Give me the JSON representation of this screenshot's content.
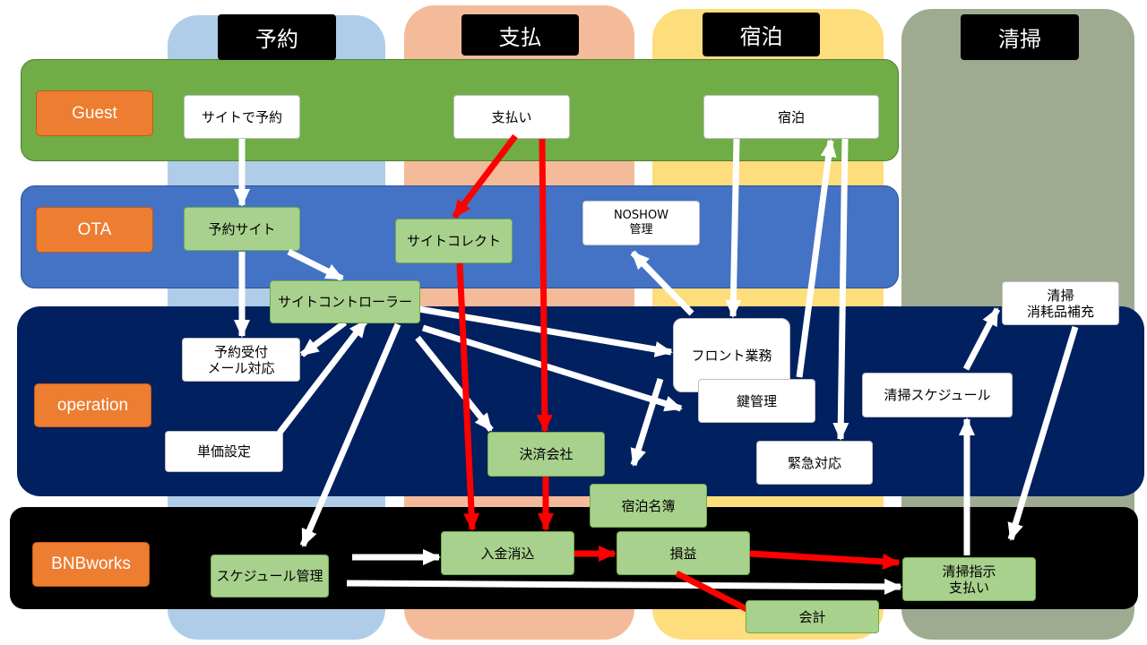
{
  "columns": {
    "reservation": "予約",
    "payment": "支払",
    "stay": "宿泊",
    "cleaning": "清掃"
  },
  "lanes": {
    "guest": "Guest",
    "ota": "OTA",
    "operation": "operation",
    "bnbworks": "BNBworks"
  },
  "nodes": {
    "site_reservation": "サイトで予約",
    "payment": "支払い",
    "stay": "宿泊",
    "reservation_site": "予約サイト",
    "site_collect": "サイトコレクト",
    "noshow_line1": "NOSHOW",
    "noshow_line2": "管理",
    "site_controller": "サイトコントローラー",
    "reservation_mail_line1": "予約受付",
    "reservation_mail_line2": "メール対応",
    "front_desk": "フロント業務",
    "key_management": "鍵管理",
    "cleaning_schedule": "清掃スケジュール",
    "cleaning_supply_line1": "清掃",
    "cleaning_supply_line2": "消耗品補充",
    "unit_price": "単価設定",
    "payment_company": "決済会社",
    "emergency": "緊急対応",
    "guest_register": "宿泊名簿",
    "schedule_management": "スケジュール管理",
    "deposit_reconcile": "入金消込",
    "profit_loss": "損益",
    "cleaning_order_line1": "清掃指示",
    "cleaning_order_line2": "支払い",
    "accounting": "会計"
  },
  "colors": {
    "col_reservation": "#afcde9",
    "col_payment": "#f4bb9b",
    "col_stay": "#fedd7d",
    "col_cleaning": "#9eab91",
    "lane_guest": "#70ad47",
    "lane_ota": "#4472c4",
    "lane_operation": "#002060",
    "lane_bnbworks": "#000000",
    "arrow_white": "#ffffff",
    "arrow_red": "#ff0000"
  }
}
